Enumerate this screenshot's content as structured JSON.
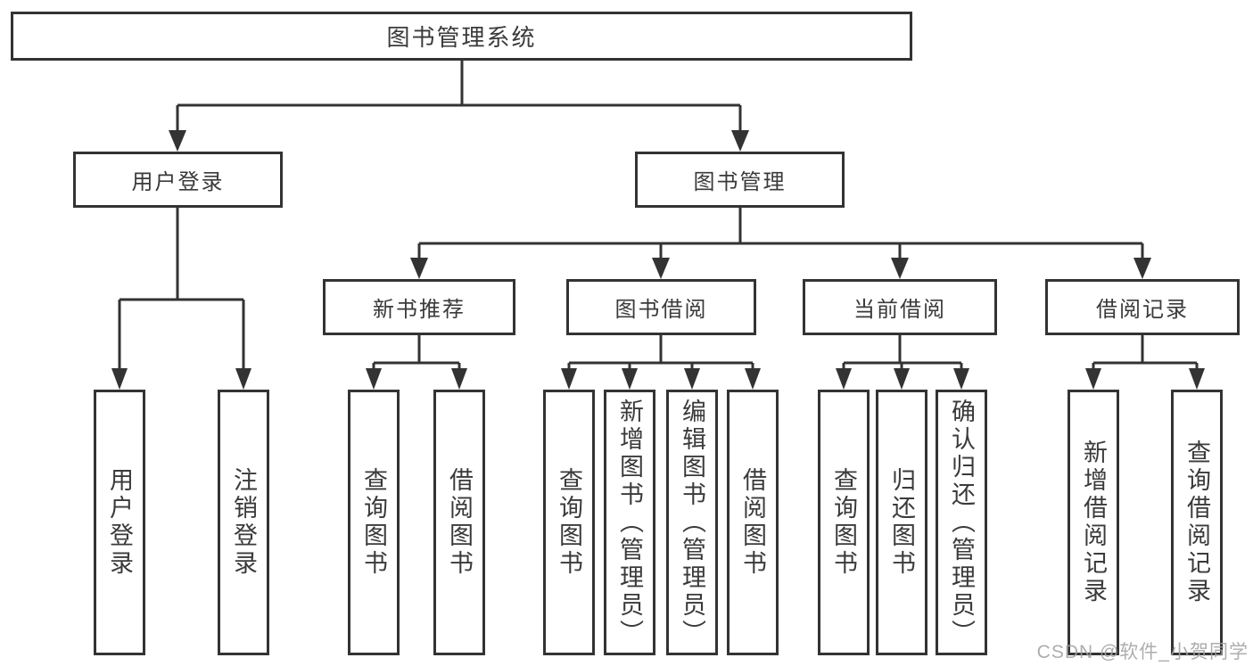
{
  "diagram": {
    "root": {
      "label": "图书管理系统"
    },
    "level2": [
      {
        "label": "用户登录"
      },
      {
        "label": "图书管理"
      }
    ],
    "level3": [
      {
        "label": "新书推荐"
      },
      {
        "label": "图书借阅"
      },
      {
        "label": "当前借阅"
      },
      {
        "label": "借阅记录"
      }
    ],
    "leaves": {
      "user_login": [
        {
          "label": "用户登录"
        },
        {
          "label": "注销登录"
        }
      ],
      "new_book_rec": [
        {
          "label": "查询图书"
        },
        {
          "label": "借阅图书"
        }
      ],
      "book_borrow": [
        {
          "label": "查询图书"
        },
        {
          "label": "新增图书（管理员）"
        },
        {
          "label": "编辑图书（管理员）"
        },
        {
          "label": "借阅图书"
        }
      ],
      "current_borrow": [
        {
          "label": "查询图书"
        },
        {
          "label": "归还图书"
        },
        {
          "label": "确认归还（管理员）"
        }
      ],
      "borrow_record": [
        {
          "label": "新增借阅记录"
        },
        {
          "label": "查询借阅记录"
        }
      ]
    }
  },
  "watermark": {
    "text": "CSDN @软件_小贺同学"
  },
  "colors": {
    "line": "#333333",
    "text": "#3a3a3a",
    "background": "#ffffff",
    "watermark": "#a2a2a2"
  }
}
